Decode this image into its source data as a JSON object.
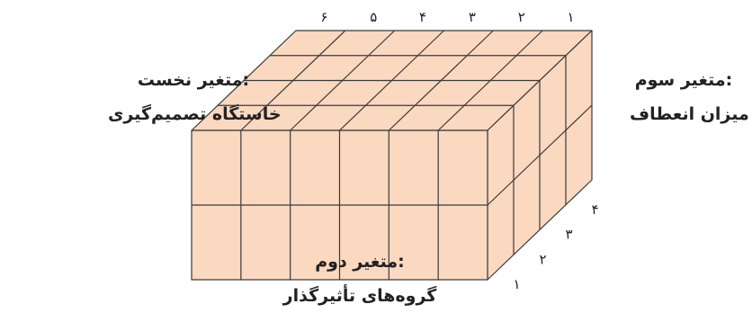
{
  "top_numbers": [
    "۱",
    "۲",
    "۳",
    "۴",
    "۵",
    "۶"
  ],
  "side_numbers": [
    "۱",
    "۲",
    "۳",
    "۴"
  ],
  "grid": {
    "columns": 6,
    "rows": 2,
    "depth": 4
  },
  "colors": {
    "face": "#fbd8c0",
    "top": "#fbd8c0",
    "side": "#fbd8c0",
    "stroke": "#3a3a3a"
  },
  "left_label": {
    "line1": "متغیر نخست:",
    "line2": "خاستگاه تصمیم‌گیری"
  },
  "right_label": {
    "line1": "متغیر سوم:",
    "line2": "میزان انعطاف"
  },
  "bottom_label": {
    "line1": "متغیر دوم:",
    "line2": "گروه‌های تأثیرگذار"
  }
}
